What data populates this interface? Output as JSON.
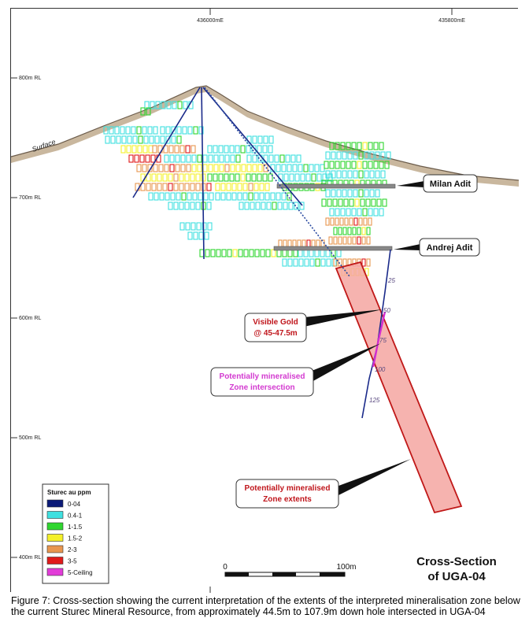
{
  "easting_labels": [
    "436000mE",
    "435800mE"
  ],
  "rl_labels": [
    "800m RL",
    "700m RL",
    "600m RL",
    "500m RL",
    "400m RL"
  ],
  "surface_label": "Surface",
  "adits": [
    {
      "label": "Milan Adit"
    },
    {
      "label": "Andrej Adit"
    }
  ],
  "callouts": {
    "visible_gold": [
      "Visible Gold",
      "@ 45-47.5m"
    ],
    "zone_intersection": [
      "Potentially mineralised",
      "Zone intersection"
    ],
    "zone_extents": [
      "Potentially mineralised",
      "Zone extents"
    ]
  },
  "hole_depth_labels": [
    "25",
    "50",
    "75",
    "100",
    "125"
  ],
  "legend": {
    "title": "Sturec au ppm",
    "items": [
      {
        "label": "0-04",
        "color": "#0b1a78"
      },
      {
        "label": "0.4-1",
        "color": "#3fe0e0"
      },
      {
        "label": "1-1.5",
        "color": "#2fd62f"
      },
      {
        "label": "1.5-2",
        "color": "#f4f02a"
      },
      {
        "label": "2-3",
        "color": "#e8964f"
      },
      {
        "label": "3-5",
        "color": "#e01a1a"
      },
      {
        "label": "5-Ceiling",
        "color": "#e23cd8"
      }
    ]
  },
  "scale_bar": {
    "start": "0",
    "end": "100m"
  },
  "section_title": [
    "Cross-Section",
    "of UGA-04"
  ],
  "caption": "Figure 7: Cross-section showing the current interpretation of the extents of the interpreted mineralisation zone below the current Sturec Mineral Resource, from approximately 44.5m to 107.9m down hole intersected in UGA-04"
}
